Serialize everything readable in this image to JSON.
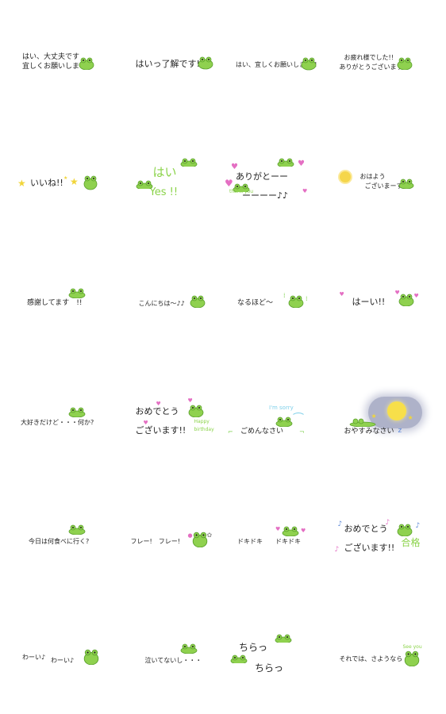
{
  "stickers": [
    {
      "id": "hai-daijoubu",
      "lines": [
        "はい、大丈夫です",
        "宜しくお願いします♪"
      ]
    },
    {
      "id": "hai-ryoukai",
      "lines": [
        "はいっ了解です!!"
      ]
    },
    {
      "id": "hai-yoroshiku",
      "lines": [
        "はい、宜しくお願いします!!"
      ]
    },
    {
      "id": "otsukaresama",
      "lines": [
        "お疲れ様でした!!",
        "ありがとうございます"
      ]
    },
    {
      "id": "iine",
      "lines": [
        "いいね!!"
      ]
    },
    {
      "id": "hai-yes",
      "lines": [
        "はい",
        "Yes !!"
      ]
    },
    {
      "id": "arigatou",
      "lines": [
        "ありがとーー",
        "ーーーー♪♪"
      ],
      "small": "thank you"
    },
    {
      "id": "ohayou",
      "lines": [
        "おはよう",
        "ございまーす"
      ]
    },
    {
      "id": "kansha",
      "lines": [
        "感謝してます　!!"
      ]
    },
    {
      "id": "konnichiwa",
      "lines": [
        "こんにちは〜♪♪"
      ]
    },
    {
      "id": "naruhodo",
      "lines": [
        "なるほど〜"
      ]
    },
    {
      "id": "haai",
      "lines": [
        "はーい!!"
      ]
    },
    {
      "id": "daisuki",
      "lines": [
        "大好きだけど・・・何か?"
      ]
    },
    {
      "id": "omedetou",
      "lines": [
        "おめでとう",
        "ございます!!"
      ],
      "small": [
        "Happy",
        "birthday"
      ]
    },
    {
      "id": "gomen",
      "lines": [
        "ごめんなさい"
      ],
      "small": "I'm sorry"
    },
    {
      "id": "oyasumi",
      "lines": [
        "おやすみなさい"
      ]
    },
    {
      "id": "kyou-nani",
      "lines": [
        "今日は何食べに行く?"
      ]
    },
    {
      "id": "fure",
      "lines": [
        "フレー!　フレー!"
      ]
    },
    {
      "id": "dokidoki",
      "lines": [
        "ドキドキ　　ドキドキ"
      ]
    },
    {
      "id": "goukaku",
      "lines": [
        "おめでとう",
        "ございます!!"
      ],
      "extra": "合格"
    },
    {
      "id": "waai",
      "lines": [
        "わーい♪",
        "わーい♪"
      ]
    },
    {
      "id": "naitenai",
      "lines": [
        "泣いてないし・・・"
      ]
    },
    {
      "id": "chira",
      "lines": [
        "ちらっ",
        "ちらっ"
      ]
    },
    {
      "id": "sayounara",
      "lines": [
        "それでは、さようなら"
      ],
      "small": "See you"
    }
  ],
  "colors": {
    "frog": "#8fd14f",
    "frog_dark": "#5aa02c",
    "pink": "#e46fc3",
    "blue": "#5a86d8",
    "green_text": "#8bd34a",
    "sky": "#7fd0ea",
    "yellow": "#f1d53a"
  },
  "icons": [
    "frog-icon",
    "heart-icon",
    "star-icon",
    "music-note-icon",
    "sun-icon",
    "moon-icon",
    "triangle-confetti-icon"
  ]
}
